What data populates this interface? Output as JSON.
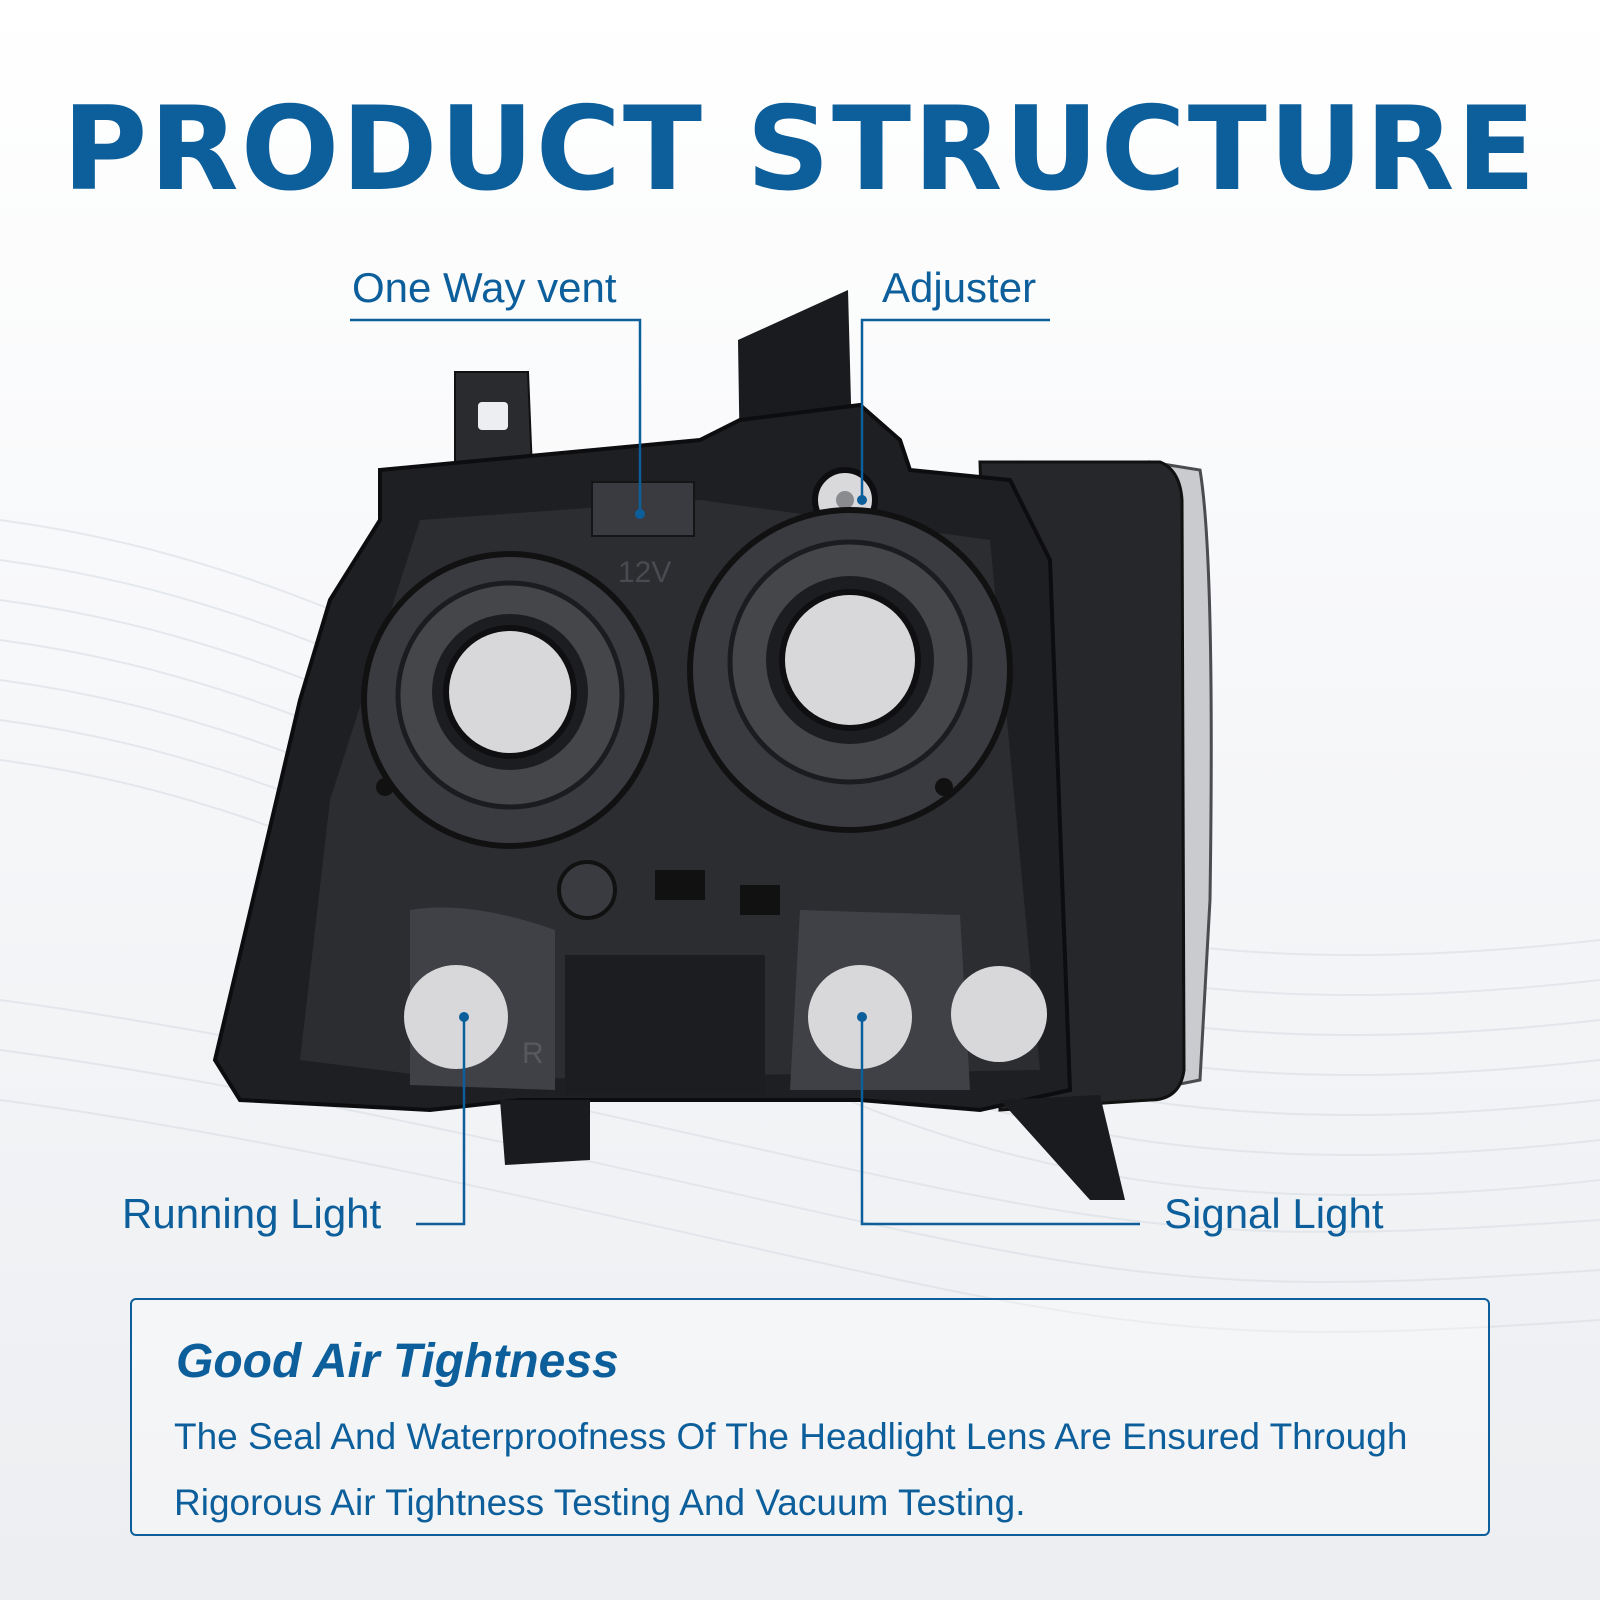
{
  "colors": {
    "accent": "#0d5f9c",
    "housing": "#1e1f22",
    "lens_disc": "#d8d8da"
  },
  "title": "PRODUCT STRUCTURE",
  "callouts": {
    "vent": "One Way vent",
    "adjuster": "Adjuster",
    "running_light": "Running Light",
    "signal_light": "Signal Light"
  },
  "housing_markings": {
    "voltage": "12V",
    "side": "R"
  },
  "feature": {
    "title": "Good Air Tightness",
    "description": "The Seal And Waterproofness Of The Headlight Lens Are Ensured Through Rigorous Air Tightness Testing And Vacuum Testing."
  }
}
